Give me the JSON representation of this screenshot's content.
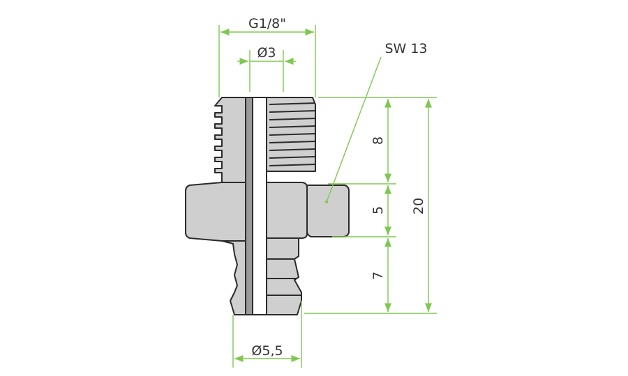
{
  "dimensions": {
    "thread": "G1/8\"",
    "inner_diameter": "Ø3",
    "hose_diameter": "Ø5,5",
    "wrench_size": "SW 13",
    "thread_length": "8",
    "hex_length": "5",
    "barb_length": "7",
    "total_length": "20"
  },
  "colors": {
    "dimension_lines": "#7ec850",
    "outline": "#2b2b2b",
    "part_fill": "#cfcfcf",
    "text": "#333333"
  }
}
